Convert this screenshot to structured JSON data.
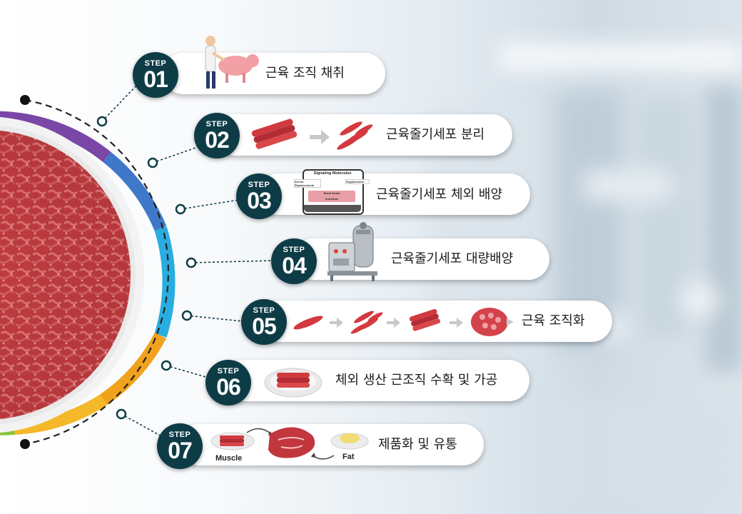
{
  "steps": [
    {
      "step": "STEP",
      "num": "01",
      "label": "근육 조직 채취"
    },
    {
      "step": "STEP",
      "num": "02",
      "label": "근육줄기세포 분리"
    },
    {
      "step": "STEP",
      "num": "03",
      "label": "근육줄기세포 체외 배양"
    },
    {
      "step": "STEP",
      "num": "04",
      "label": "근육줄기세포 대량배양"
    },
    {
      "step": "STEP",
      "num": "05",
      "label": "근육 조직화"
    },
    {
      "step": "STEP",
      "num": "06",
      "label": "체외 생산 근조직 수확 및 가공"
    },
    {
      "step": "STEP",
      "num": "07",
      "label": "제품화 및 유통"
    }
  ],
  "culture_box": {
    "title": "Signaling Molecules",
    "left": "Serum Replacements",
    "right": "Supplements",
    "media": "Basal Media",
    "substrate": "Substrate"
  },
  "product": {
    "muscle": "Muscle",
    "fat": "Fat"
  },
  "colors": {
    "badge": "#0e3c46",
    "ring": [
      "#8a4fb5",
      "#3a7bd0",
      "#27b0e0",
      "#f2a31b",
      "#8cc63f"
    ]
  }
}
